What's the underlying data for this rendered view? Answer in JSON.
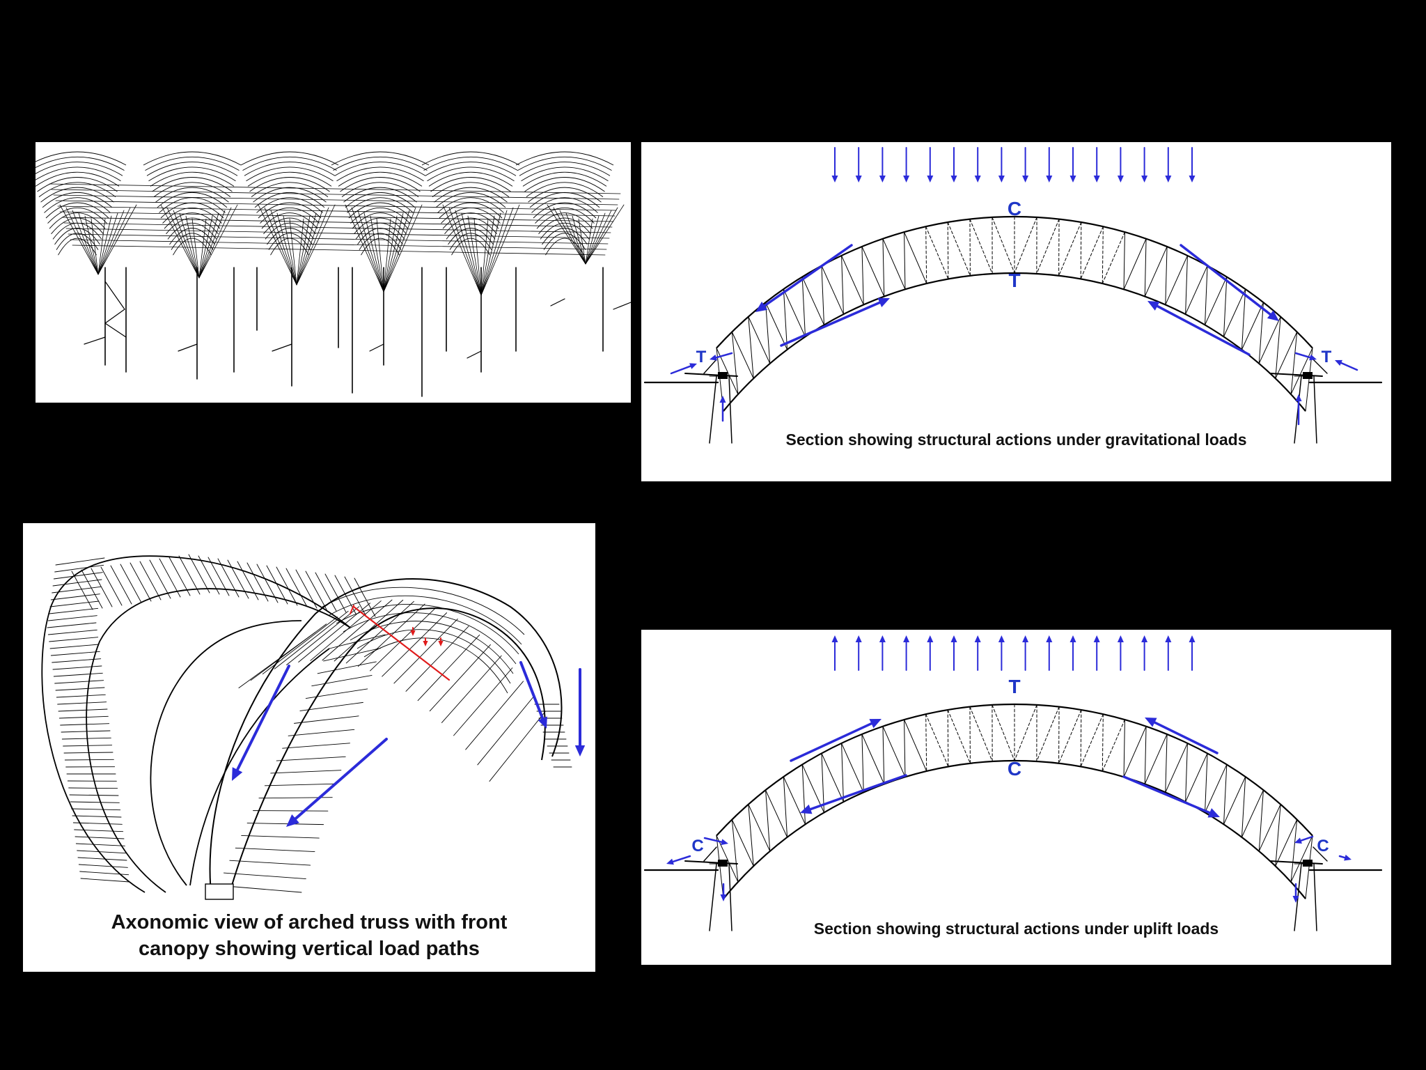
{
  "panels": {
    "wireframe": {},
    "gravity": {
      "caption": "Section showing structural actions under gravitational loads",
      "crown_top_label": "C",
      "crown_bottom_label": "T",
      "left_support_label": "T",
      "right_support_label": "T",
      "load_direction": "down"
    },
    "axonometric": {
      "caption_line1": "Axonomic view of arched truss with front",
      "caption_line2": "canopy showing vertical load paths"
    },
    "uplift": {
      "caption": "Section showing structural actions under uplift loads",
      "crown_top_label": "T",
      "crown_bottom_label": "C",
      "left_support_label": "C",
      "right_support_label": "C",
      "load_direction": "up"
    }
  },
  "colors": {
    "arrow": "#2b2bd9",
    "label": "#1f36c7",
    "redpath": "#e01b1b",
    "line": "#000000"
  }
}
